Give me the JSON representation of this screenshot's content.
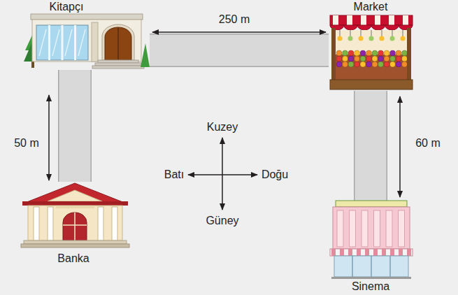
{
  "diagram": {
    "nodes": [
      {
        "text": [
          "Kitapçı"
        ]
      },
      {
        "text": [
          "Market"
        ]
      },
      {
        "text": [
          "Banka"
        ]
      },
      {
        "text": [
          "Sinema"
        ]
      }
    ],
    "edges": [
      {
        "from": 0,
        "to": 1,
        "arrow": "none"
      },
      {
        "from": 0,
        "to": 2,
        "arrow": "none"
      },
      {
        "from": 1,
        "to": 3,
        "arrow": "none"
      }
    ],
    "labels": [
      "250 m",
      "50 m",
      "60 m",
      "Kuzey",
      "Batı",
      "Doğu",
      "Güney"
    ]
  }
}
